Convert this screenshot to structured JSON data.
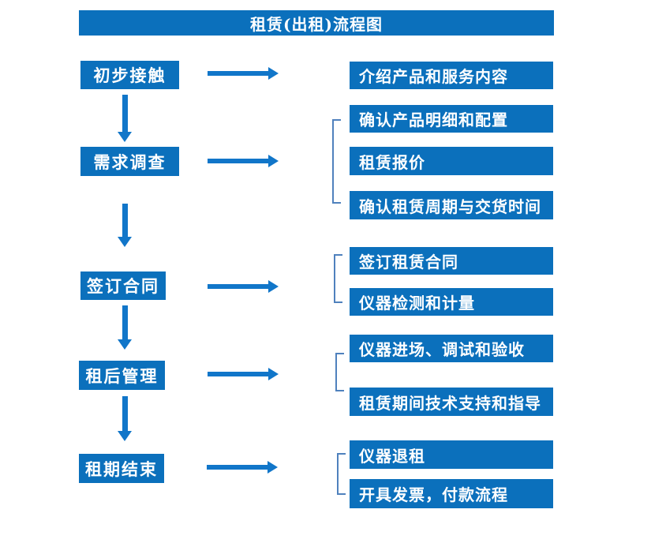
{
  "title": "租赁(出租)流程图",
  "colors": {
    "box_blue": "#0b70bc",
    "arrow_blue": "#1176c9",
    "bracket_blue": "#4f81bd",
    "text_white": "#ffffff",
    "background": "#ffffff"
  },
  "steps": [
    {
      "label": "初步接触",
      "details": [
        "介绍产品和服务内容"
      ]
    },
    {
      "label": "需求调查",
      "details": [
        "确认产品明细和配置",
        "租赁报价",
        "确认租赁周期与交货时间"
      ]
    },
    {
      "label": "签订合同",
      "details": [
        "签订租赁合同",
        "仪器检测和计量"
      ]
    },
    {
      "label": "租后管理",
      "details": [
        "仪器进场、调试和验收",
        "租赁期间技术支持和指导"
      ]
    },
    {
      "label": "租期结束",
      "details": [
        "仪器退租",
        "开具发票，付款流程"
      ]
    }
  ]
}
